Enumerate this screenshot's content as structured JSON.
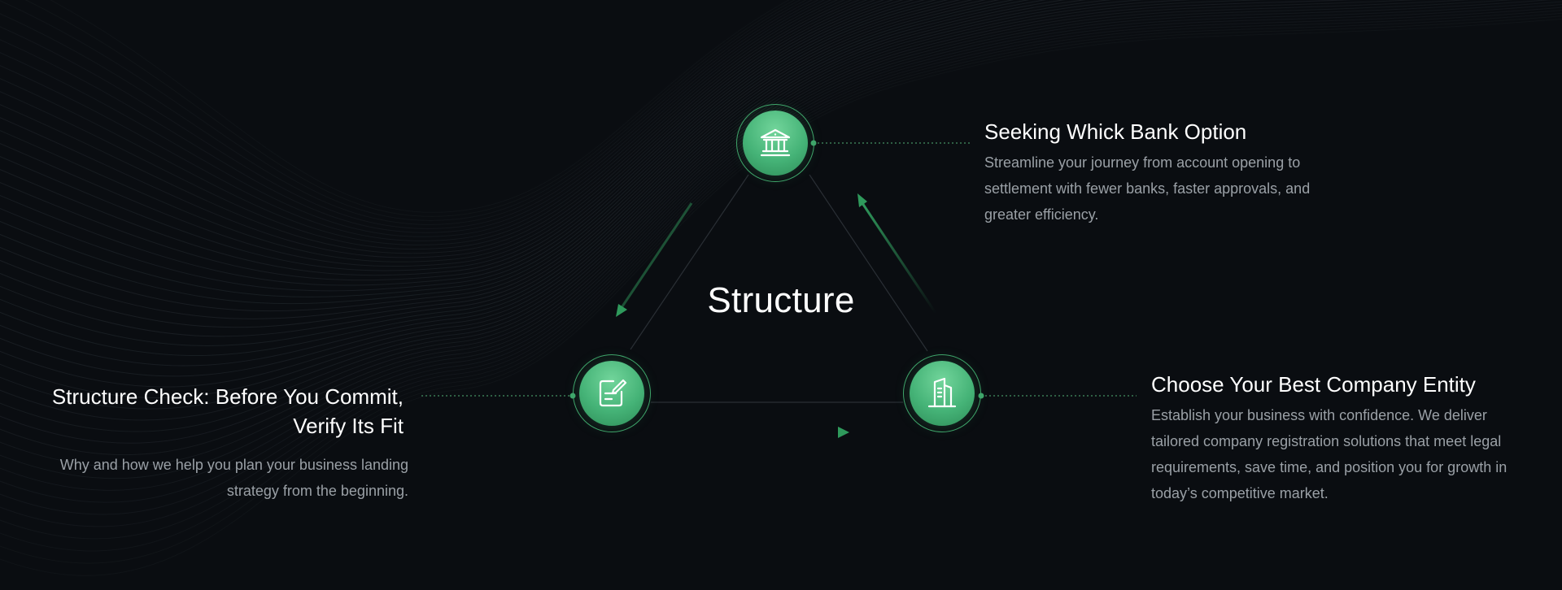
{
  "center": {
    "title": "Structure"
  },
  "nodes": [
    {
      "id": "bank",
      "icon": "bank-icon"
    },
    {
      "id": "document",
      "icon": "document-edit-icon"
    },
    {
      "id": "company",
      "icon": "office-building-icon"
    }
  ],
  "blocks": {
    "top": {
      "title": "Seeking Whick Bank Option",
      "body": "Streamline your journey from account opening to settlement with fewer banks, faster approvals, and greater efficiency."
    },
    "right": {
      "title": "Choose Your Best Company Entity",
      "body": "Establish your business with confidence. We deliver tailored company registration solutions that meet legal requirements, save time, and position you for growth in today’s competitive market."
    },
    "left": {
      "title": "Structure Check: Before You Commit, Verify Its Fit",
      "body": "Why and how we help you plan your business landing strategy from the beginning."
    }
  },
  "colors": {
    "background": "#0a0d11",
    "accent": "#3fa56a",
    "node_fill": "#4bb57a",
    "body_text": "#9aa0a6"
  }
}
